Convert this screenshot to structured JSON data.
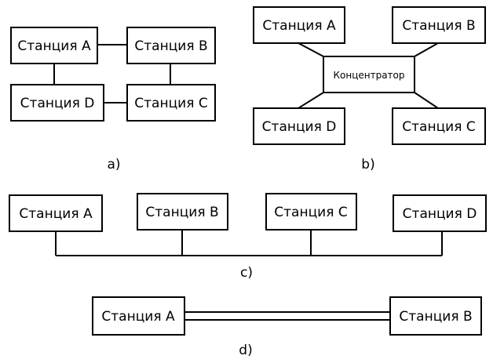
{
  "diagram_a": {
    "station_a": "Станция A",
    "station_b": "Станция B",
    "station_c": "Станция C",
    "station_d": "Станция D",
    "caption": "a)"
  },
  "diagram_b": {
    "station_a": "Станция A",
    "station_b": "Станция B",
    "station_c": "Станция C",
    "station_d": "Станция D",
    "hub": "Концентратор",
    "caption": "b)"
  },
  "diagram_c": {
    "station_a": "Станция A",
    "station_b": "Станция B",
    "station_c": "Станция C",
    "station_d": "Станция D",
    "caption": "c)"
  },
  "diagram_d": {
    "station_a": "Станция A",
    "station_b": "Станция B",
    "caption": "d)"
  },
  "colors": {
    "line": "#000000",
    "background": "#ffffff"
  }
}
